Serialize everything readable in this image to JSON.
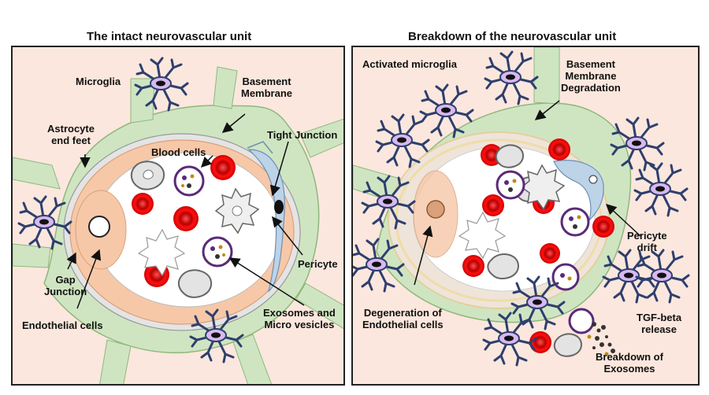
{
  "left_panel": {
    "title": "The intact  neurovascular unit",
    "labels": {
      "microglia": "Microglia",
      "basement_membrane_1": "Basement",
      "basement_membrane_2": "Membrane",
      "astrocyte_1": "Astrocyte",
      "astrocyte_2": "end feet",
      "blood_cells": "Blood cells",
      "tight_junction": "Tight Junction",
      "pericyte": "Pericyte",
      "gap_junction_1": "Gap",
      "gap_junction_2": "Junction",
      "endothelial": "Endothelial cells",
      "exosomes_1": "Exosomes and",
      "exosomes_2": "Micro vesicles"
    }
  },
  "right_panel": {
    "title": "Breakdown of the neurovascular unit",
    "labels": {
      "activated_microglia": "Activated microglia",
      "bm_degradation_1": "Basement",
      "bm_degradation_2": "Membrane",
      "bm_degradation_3": "Degradation",
      "pericyte_drift_1": "Pericyte",
      "pericyte_drift_2": "drift",
      "degeneration_1": "Degeneration of",
      "degeneration_2": "Endothelial cells",
      "tgf_1": "TGF-beta",
      "tgf_2": "release",
      "breakdown_exo_1": "Breakdown of",
      "breakdown_exo_2": "Exosomes"
    }
  },
  "colors": {
    "panel_bg": "#fbe7dd",
    "astrocyte": "#cfe5c2",
    "endothelium": "#f6c8a8",
    "pericyte": "#bcd3e8",
    "rbc": "#e00000",
    "microglia": "#2e3f6e",
    "exosome": "#5a2a7a"
  }
}
